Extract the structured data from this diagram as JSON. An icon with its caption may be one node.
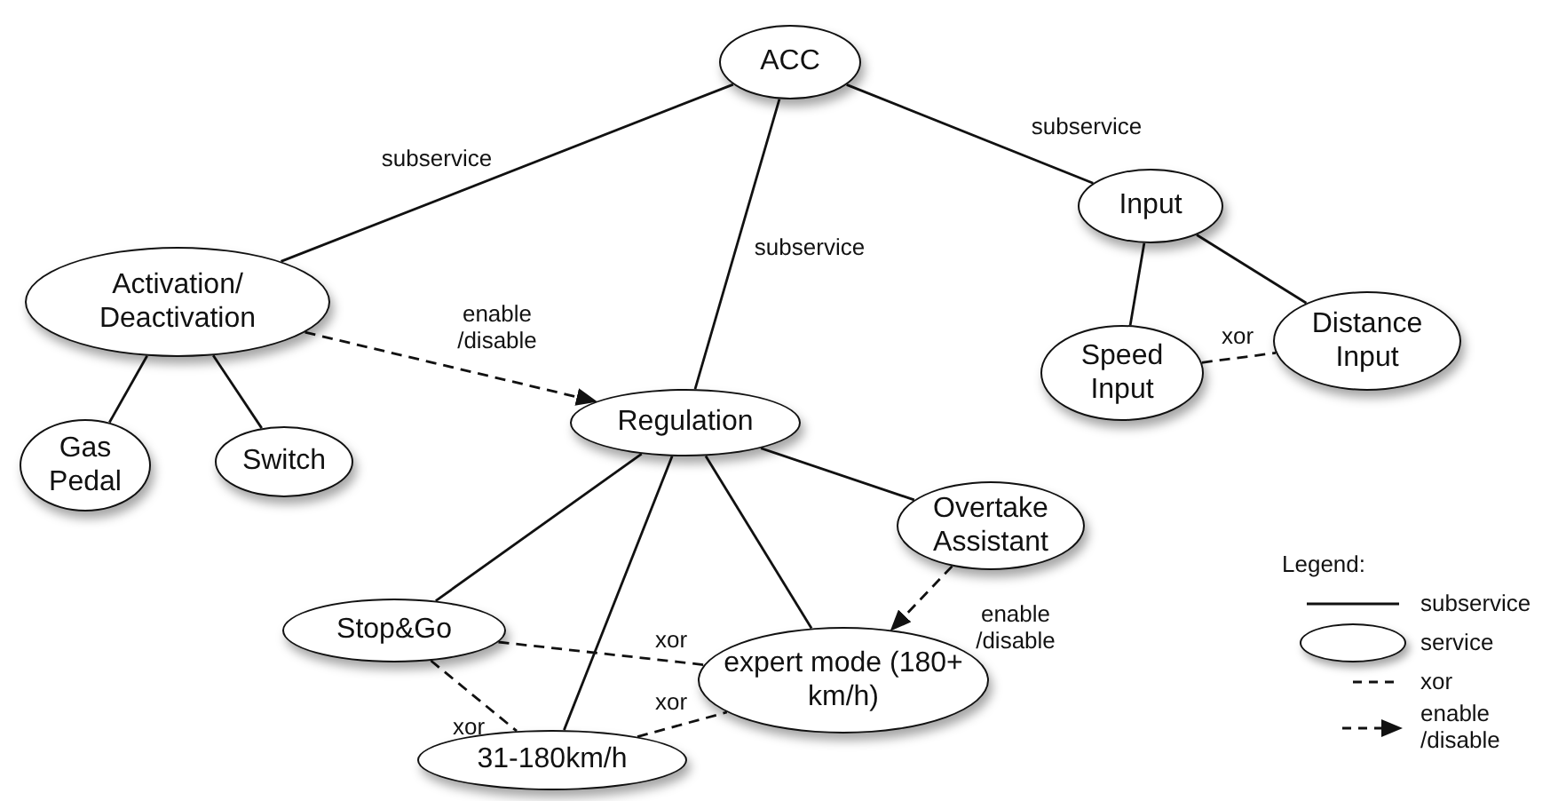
{
  "diagram": {
    "nodes": [
      {
        "text": [
          "ACC"
        ]
      },
      {
        "text": [
          "Activation/ Deactivation"
        ]
      },
      {
        "text": [
          "Input"
        ]
      },
      {
        "text": [
          "Speed Input"
        ]
      },
      {
        "text": [
          "Distance Input"
        ]
      },
      {
        "text": [
          "Regulation"
        ]
      },
      {
        "text": [
          "Gas Pedal"
        ]
      },
      {
        "text": [
          "Switch"
        ]
      },
      {
        "text": [
          "Overtake Assistant"
        ]
      },
      {
        "text": [
          "Stop&Go"
        ]
      },
      {
        "text": [
          "expert mode (180+ km/h)"
        ]
      },
      {
        "text": [
          "31-180km/h"
        ]
      }
    ],
    "edges": [
      {
        "from": 0,
        "to": 1,
        "arrow": "none",
        "label": "subservice"
      },
      {
        "from": 0,
        "to": 5,
        "arrow": "none",
        "label": "subservice"
      },
      {
        "from": 0,
        "to": 2,
        "arrow": "none",
        "label": "subservice"
      },
      {
        "from": 1,
        "to": 6,
        "arrow": "none"
      },
      {
        "from": 1,
        "to": 7,
        "arrow": "none"
      },
      {
        "from": 1,
        "to": 5,
        "arrow": "to",
        "style": "dashed",
        "label": "enable /disable"
      },
      {
        "from": 2,
        "to": 3,
        "arrow": "none"
      },
      {
        "from": 2,
        "to": 4,
        "arrow": "none"
      },
      {
        "from": 3,
        "to": 4,
        "arrow": "none",
        "style": "dashed",
        "label": "xor"
      },
      {
        "from": 5,
        "to": 9,
        "arrow": "none"
      },
      {
        "from": 5,
        "to": 11,
        "arrow": "none"
      },
      {
        "from": 5,
        "to": 10,
        "arrow": "none"
      },
      {
        "from": 5,
        "to": 8,
        "arrow": "none"
      },
      {
        "from": 8,
        "to": 10,
        "arrow": "to",
        "style": "dashed",
        "label": "enable /disable"
      },
      {
        "from": 9,
        "to": 10,
        "arrow": "none",
        "style": "dashed",
        "label": "xor"
      },
      {
        "from": 9,
        "to": 11,
        "arrow": "none",
        "style": "dashed",
        "label": "xor"
      },
      {
        "from": 11,
        "to": 10,
        "arrow": "none",
        "style": "dashed",
        "label": "xor"
      }
    ],
    "labels": [
      "Legend:"
    ],
    "legend": [
      {
        "text": "subservice"
      },
      {
        "text": "service"
      },
      {
        "text": "xor"
      },
      {
        "text": "enable /disable"
      }
    ]
  }
}
